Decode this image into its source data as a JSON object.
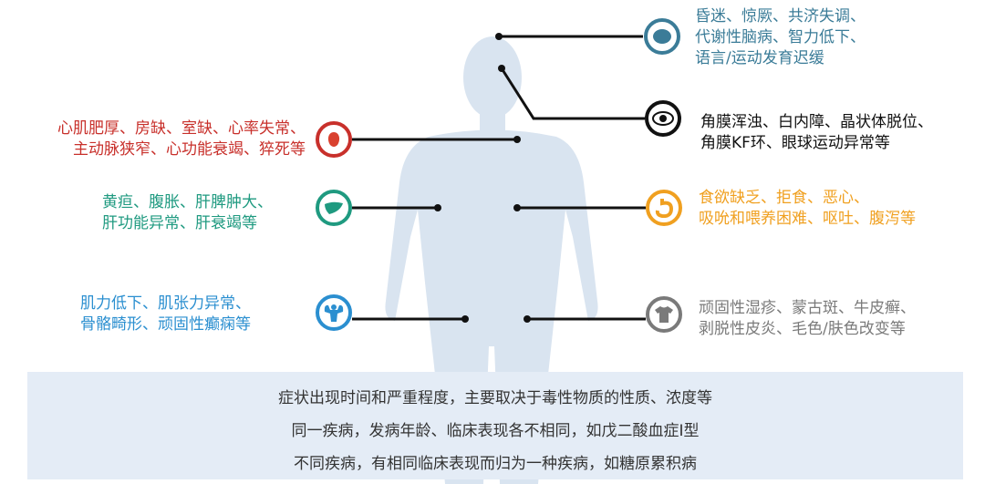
{
  "colors": {
    "brain": "#3b7c98",
    "eye": "#111111",
    "heart": "#c8302b",
    "liver": "#1f9a80",
    "muscle": "#2b8fd0",
    "stomach": "#f0a020",
    "skin": "#7a7a7a",
    "body": "#d9e4f0",
    "box": "#e4ecf6"
  },
  "groups": {
    "brain": {
      "icon": "brain-icon",
      "lines": [
        "昏迷、惊厥、共济失调、",
        "代谢性脑病、智力低下、",
        "语言/运动发育迟缓"
      ]
    },
    "eye": {
      "icon": "eye-icon",
      "lines": [
        "角膜浑浊、白内障、晶状体脱位、",
        "角膜KF环、眼球运动异常等"
      ]
    },
    "heart": {
      "icon": "heart-icon",
      "lines": [
        "心肌肥厚、房缺、室缺、心率失常、",
        "主动脉狭窄、心功能衰竭、猝死等"
      ]
    },
    "liver": {
      "icon": "liver-icon",
      "lines": [
        "黄疸、腹胀、肝脾肿大、",
        "肝功能异常、肝衰竭等"
      ]
    },
    "stomach": {
      "icon": "stomach-icon",
      "lines": [
        "食欲缺乏、拒食、恶心、",
        "吸吮和喂养困难、呕吐、腹泻等"
      ]
    },
    "muscle": {
      "icon": "muscle-icon",
      "lines": [
        "肌力低下、肌张力异常、",
        "骨骼畸形、顽固性癫痫等"
      ]
    },
    "skin": {
      "icon": "shirt-icon",
      "lines": [
        "顽固性湿疹、蒙古斑、牛皮癣、",
        "剥脱性皮炎、毛色/肤色改变等"
      ]
    }
  },
  "summary": [
    "症状出现时间和严重程度，主要取决于毒性物质的性质、浓度等",
    "同一疾病，发病年龄、临床表现各不相同，如戊二酸血症I型",
    "不同疾病，有相同临床表现而归为一种疾病，如糖原累积病"
  ]
}
